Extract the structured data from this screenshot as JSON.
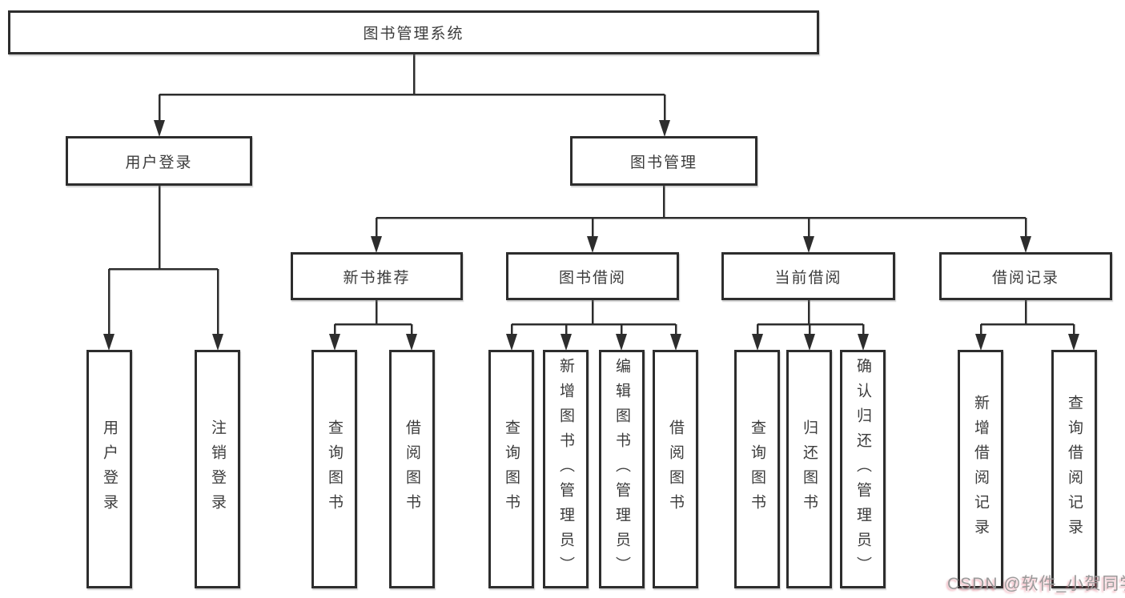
{
  "nodes": {
    "root": "图书管理系统",
    "user_login": "用户登录",
    "book_mgmt": "图书管理",
    "new_book_rec": "新书推荐",
    "book_borrow": "图书借阅",
    "current_borrow": "当前借阅",
    "borrow_records": "借阅记录",
    "leaf_user_login": "用户登录",
    "leaf_logout": "注销登录",
    "nb_query_books": "查询图书",
    "nb_borrow_books": "借阅图书",
    "bb_query_books": "查询图书",
    "bb_add_books": "新增图书（管理员）",
    "bb_edit_books": "编辑图书（管理员）",
    "bb_borrow_books": "借阅图书",
    "cb_query_books": "查询图书",
    "cb_return_books": "归还图书",
    "cb_confirm_return": "确认归还（管理员）",
    "br_add_record": "新增借阅记录",
    "br_query_record": "查询借阅记录"
  },
  "watermark": "CSDN @软件_小贺同学",
  "colors": {
    "line": "#2d2d2d",
    "text": "#3c3c3c",
    "watermark": "#9a9a9a"
  }
}
